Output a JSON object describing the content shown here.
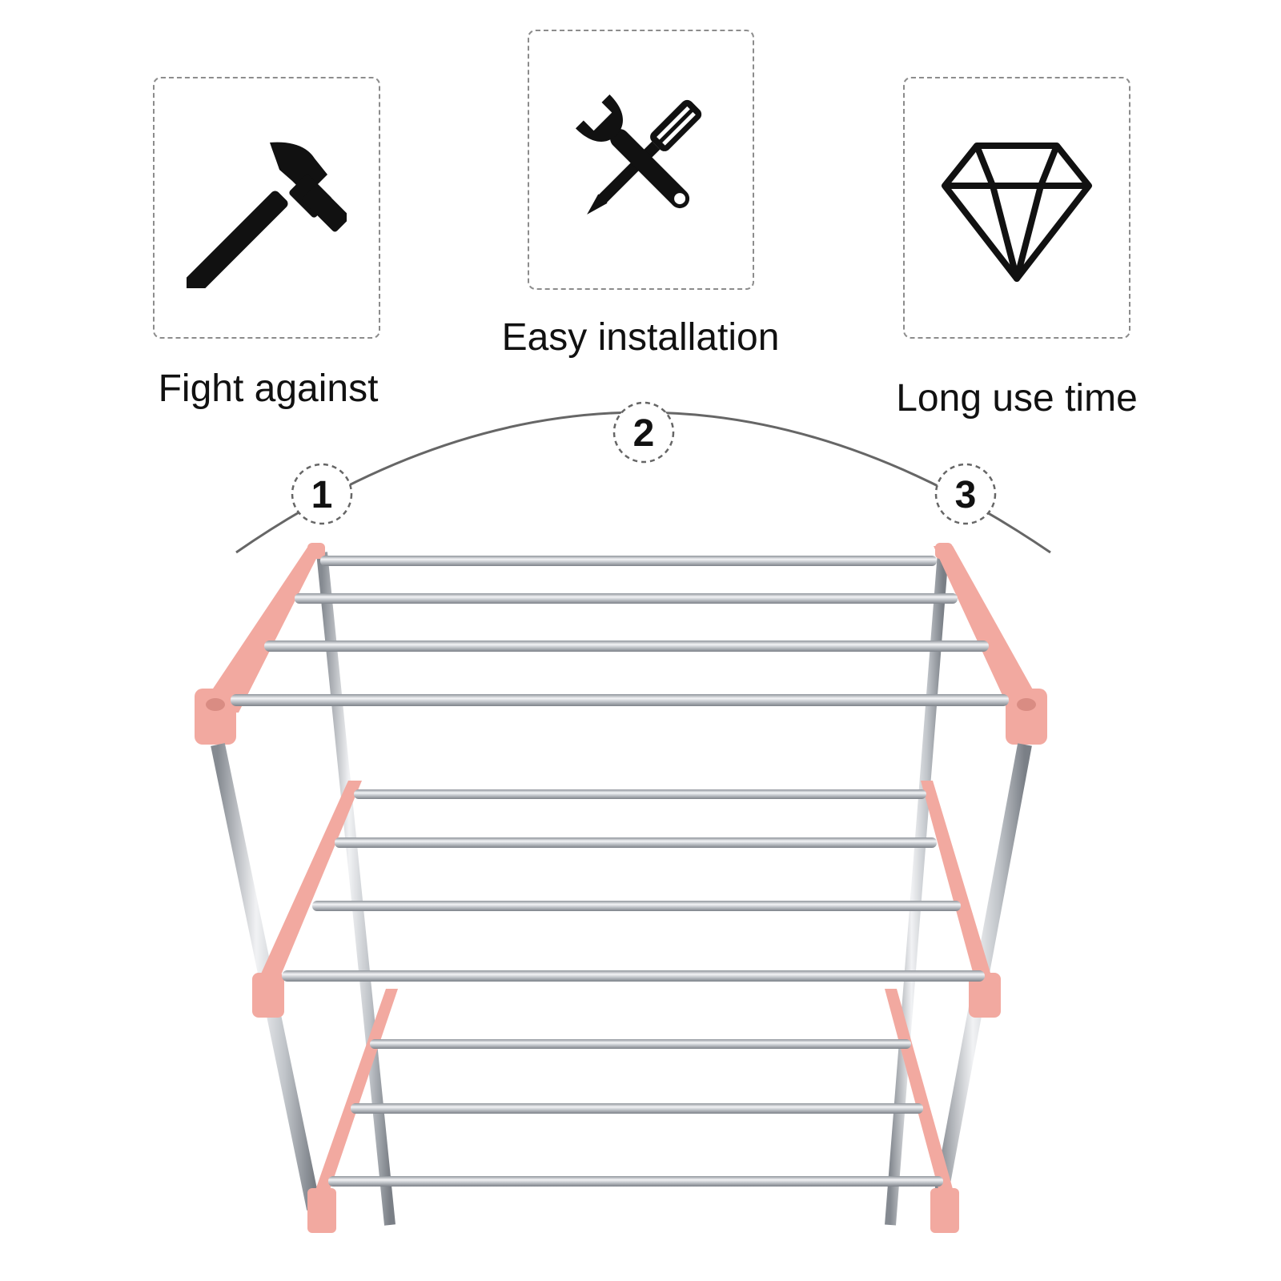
{
  "features": [
    {
      "label": "Fight against",
      "icon": "hammer-icon"
    },
    {
      "label": "Easy installation",
      "icon": "wrench-screwdriver-icon"
    },
    {
      "label": "Long use time",
      "icon": "diamond-icon"
    }
  ],
  "markers": [
    "1",
    "2",
    "3"
  ],
  "product": {
    "name": "shoe-rack",
    "tiers": 3,
    "frame_color": "#f2a9a0",
    "rod_color": "#c9ccd1"
  }
}
